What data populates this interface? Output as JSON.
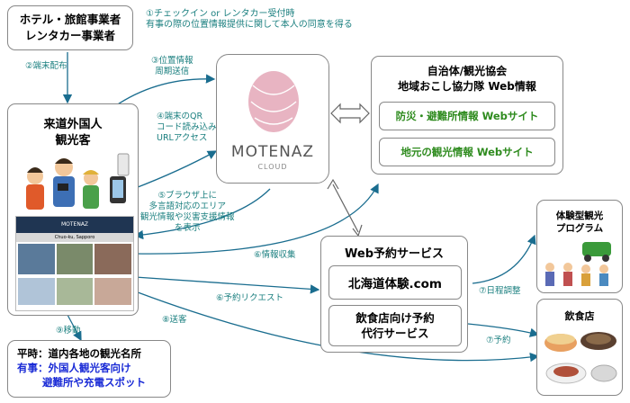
{
  "hotel_box": {
    "line1": "ホテル・旅館事業者",
    "line2": "レンタカー事業者"
  },
  "note1": {
    "line1": "①チェックイン or レンタカー受付時",
    "line2": "有事の際の位置情報提供に関して本人の同意を得る"
  },
  "step2": "②端末配布",
  "step3": {
    "line1": "③位置情報",
    "line2": "周期送信"
  },
  "step4": {
    "line1": "④端末のQR",
    "line2": "コード読み込み",
    "line3": "URLアクセス"
  },
  "step5": {
    "line1": "⑤ブラウザ上に",
    "line2": "多言語対応のエリア",
    "line3": "観光情報や災害支援情報",
    "line4": "を表示"
  },
  "step6a": "⑥情報収集",
  "step6b": "⑥予約リクエスト",
  "step7a": "⑦日程調整",
  "step7b": "⑦予約",
  "step8": "⑧送客",
  "step9": "⑨移動",
  "tourist": {
    "line1": "来道外国人",
    "line2": "観光客"
  },
  "phone": {
    "header": "MOTENAZ",
    "search": "Chuo-ku, Sapporo"
  },
  "motenaz": {
    "name": "MOTENAZ",
    "sub": "CLOUD"
  },
  "municipal": {
    "line1": "自治体/観光協会",
    "line2": "地域おこし協力隊 Web情報",
    "site1": "防災・避難所情報 Webサイト",
    "site2": "地元の観光情報 Webサイト"
  },
  "booking": {
    "title": "Web予約サービス",
    "service1": "北海道体験.com",
    "service2_line1": "飲食店向け予約",
    "service2_line2": "代行サービス"
  },
  "experience": {
    "line1": "体験型観光",
    "line2": "プログラム"
  },
  "restaurant": "飲食店",
  "destination": {
    "normal": "平時：道内各地の観光名所",
    "emergency_line1": "有事：外国人観光客向け",
    "emergency_line2": "避難所や充電スポット"
  },
  "colors": {
    "annotation": "#1a7f7f",
    "green_text": "#2e8b1e",
    "blue_text": "#1a2bd6",
    "logo_pink": "#e8b4c2"
  }
}
